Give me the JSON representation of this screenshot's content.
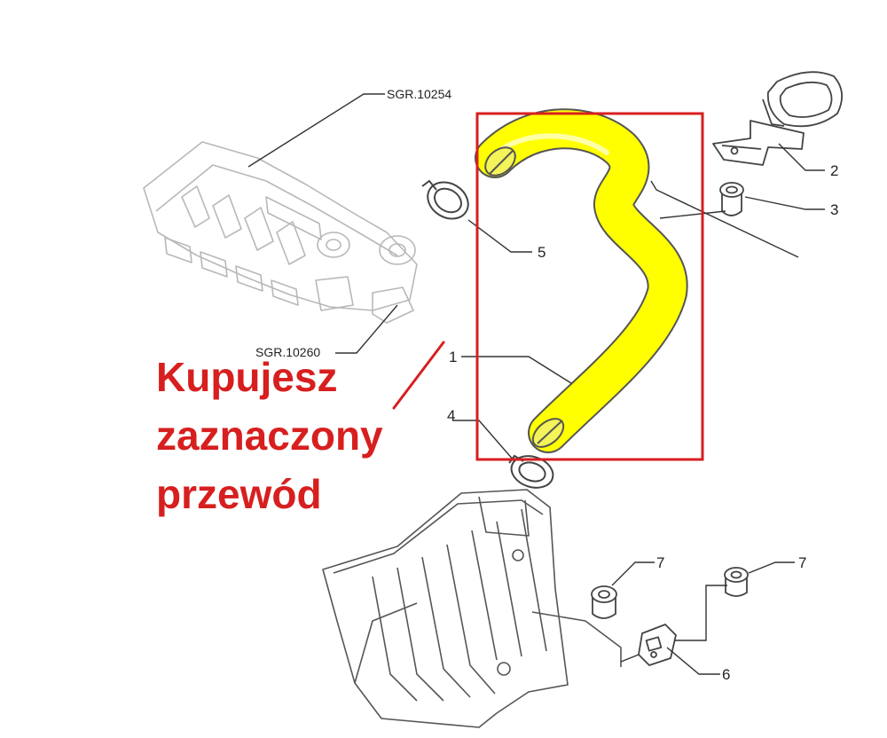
{
  "diagram": {
    "references": {
      "manifold_upper": "SGR.10254",
      "manifold_lower": "SGR.10260"
    },
    "callouts": {
      "hose": "1",
      "bracket": "2",
      "grommet": "3",
      "clamp_lower": "4",
      "clamp_upper": "5",
      "sensor": "6",
      "bushing_left": "7",
      "bushing_right": "7"
    },
    "note_lines": [
      "Kupujesz",
      "zaznaczony",
      "przewód"
    ],
    "colors": {
      "highlight_box": "#d71f1f",
      "note_text": "#d71f1f",
      "hose_fill": "#ffff00",
      "line_art": "#555555"
    }
  }
}
